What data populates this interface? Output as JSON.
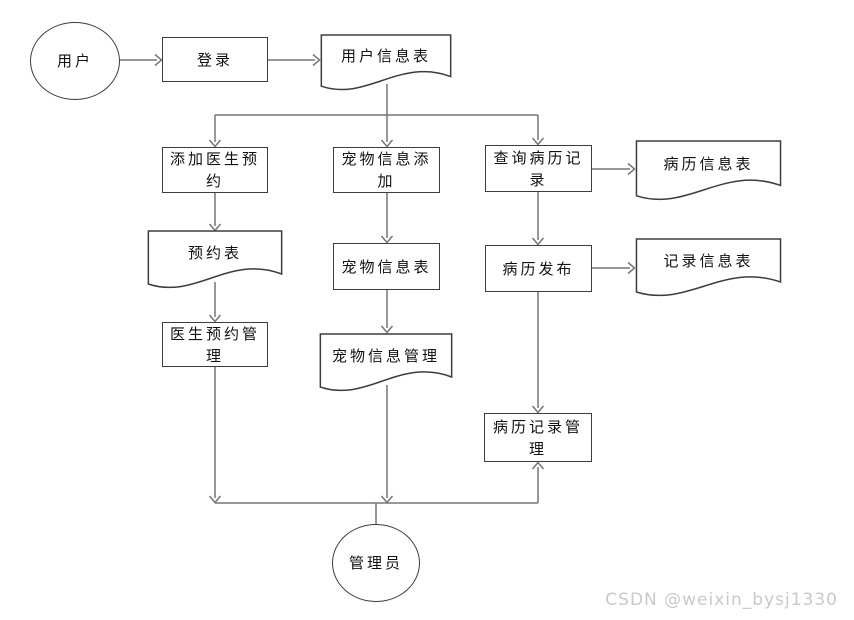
{
  "nodes": {
    "user": {
      "label": "用户",
      "shape": "ellipse"
    },
    "login": {
      "label": "登录",
      "shape": "rect"
    },
    "user_info_table": {
      "label": "用户信息表",
      "shape": "document"
    },
    "add_doctor_appointment": {
      "label": "添加医生预约",
      "shape": "rect"
    },
    "pet_info_add": {
      "label": "宠物信息添加",
      "shape": "rect"
    },
    "query_medical_record": {
      "label": "查询病历记录",
      "shape": "rect"
    },
    "medical_record_info_table": {
      "label": "病历信息表",
      "shape": "document"
    },
    "appointment_table": {
      "label": "预约表",
      "shape": "document"
    },
    "pet_info_table": {
      "label": "宠物信息表",
      "shape": "rect"
    },
    "medical_record_publish": {
      "label": "病历发布",
      "shape": "rect"
    },
    "record_info_table": {
      "label": "记录信息表",
      "shape": "document"
    },
    "doctor_appointment_mgmt": {
      "label": "医生预约管理",
      "shape": "rect"
    },
    "pet_info_mgmt": {
      "label": "宠物信息管理",
      "shape": "document"
    },
    "medical_record_mgmt": {
      "label": "病历记录管理",
      "shape": "rect"
    },
    "admin": {
      "label": "管理员",
      "shape": "ellipse"
    }
  },
  "edges": [
    "用户 → 登录",
    "登录 → 用户信息表",
    "用户信息表 → 添加医生预约",
    "用户信息表 → 宠物信息添加",
    "用户信息表 → 查询病历记录",
    "添加医生预约 → 预约表",
    "预约表 → 医生预约管理",
    "医生预约管理 → 汇合线",
    "宠物信息添加 → 宠物信息表",
    "宠物信息表 → 宠物信息管理",
    "宠物信息管理 → 汇合线",
    "查询病历记录 → 病历信息表",
    "查询病历记录 → 病历发布",
    "病历发布 → 记录信息表",
    "病历发布 → 病历记录管理",
    "汇合线 → 病历记录管理",
    "汇合线 → 管理员"
  ],
  "watermark": {
    "text": "CSDN @weixin_bysj1330"
  },
  "colors": {
    "background": "#ffffff",
    "connector": "#757575",
    "shape_border": "#3d3d3d",
    "text": "#111111",
    "watermark": "#c9c9c9"
  }
}
